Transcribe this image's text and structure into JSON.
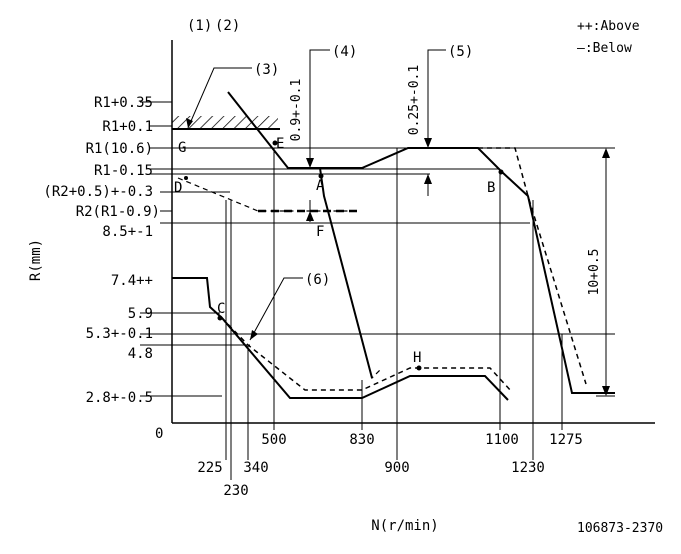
{
  "header": {
    "ref1": "(1)",
    "ref2": "(2)"
  },
  "legend": {
    "above": "++:Above",
    "below": "—:Below"
  },
  "axes": {
    "y_label": "R(mm)",
    "x_label": "N(r/min)",
    "origin": "0"
  },
  "figure_code": "106873-2370",
  "y_ticks": [
    "R1+0.35",
    "R1+0.1",
    "R1(10.6)",
    "R1-0.15",
    "(R2+0.5)+-0.3",
    "R2(R1-0.9)",
    "8.5+-1",
    "7.4++",
    "5.9",
    "5.3+-0.1",
    "4.8",
    "2.8+-0.5"
  ],
  "x_ticks": [
    "225",
    "230",
    "340",
    "500",
    "830",
    "900",
    "1100",
    "1230",
    "1275"
  ],
  "points": {
    "A": "A",
    "B": "B",
    "C": "C",
    "D": "D",
    "E": "E",
    "F": "F",
    "G": "G",
    "H": "H"
  },
  "callouts": {
    "c3": "(3)",
    "c4": "(4)",
    "c5": "(5)",
    "c6": "(6)"
  },
  "dimensions": {
    "d4": "0.9+-0.1",
    "d5": "0.25+-0.1",
    "total": "10+0.5"
  }
}
